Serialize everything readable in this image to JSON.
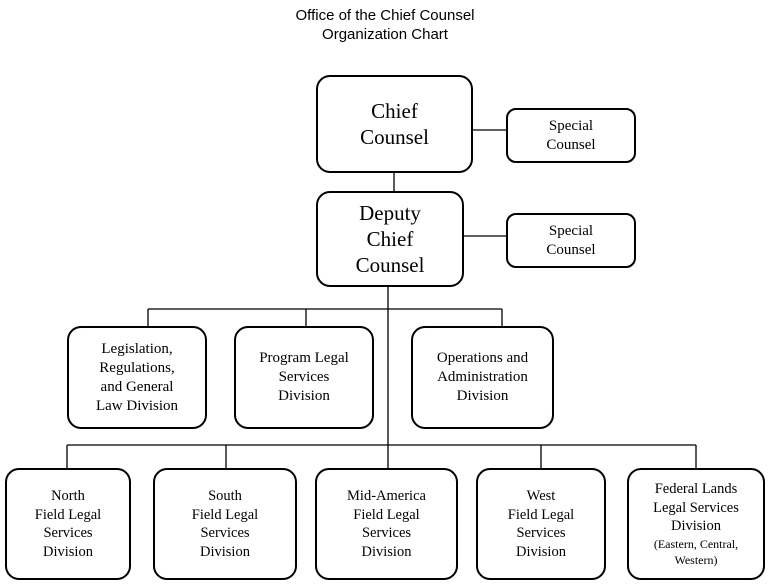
{
  "header": {
    "title_line1": "Office of the Chief Counsel",
    "title_line2": "Organization Chart"
  },
  "nodes": {
    "chief_counsel": [
      "Chief",
      "Counsel"
    ],
    "special_counsel_1": [
      "Special",
      "Counsel"
    ],
    "deputy_chief_counsel": [
      "Deputy",
      "Chief",
      "Counsel"
    ],
    "special_counsel_2": [
      "Special",
      "Counsel"
    ],
    "legislation": [
      "Legislation,",
      "Regulations,",
      "and General",
      "Law Division"
    ],
    "program_legal": [
      "Program Legal",
      "Services",
      "Division"
    ],
    "operations": [
      "Operations and",
      "Administration",
      "Division"
    ],
    "north": [
      "North",
      "Field Legal",
      "Services",
      "Division"
    ],
    "south": [
      "South",
      "Field Legal",
      "Services",
      "Division"
    ],
    "mid_america": [
      "Mid-America",
      "Field Legal",
      "Services",
      "Division"
    ],
    "west": [
      "West",
      "Field Legal",
      "Services",
      "Division"
    ],
    "federal_lands": [
      "Federal Lands",
      "Legal Services",
      "Division"
    ],
    "federal_lands_note": [
      "(Eastern, Central,",
      "Western)"
    ]
  }
}
